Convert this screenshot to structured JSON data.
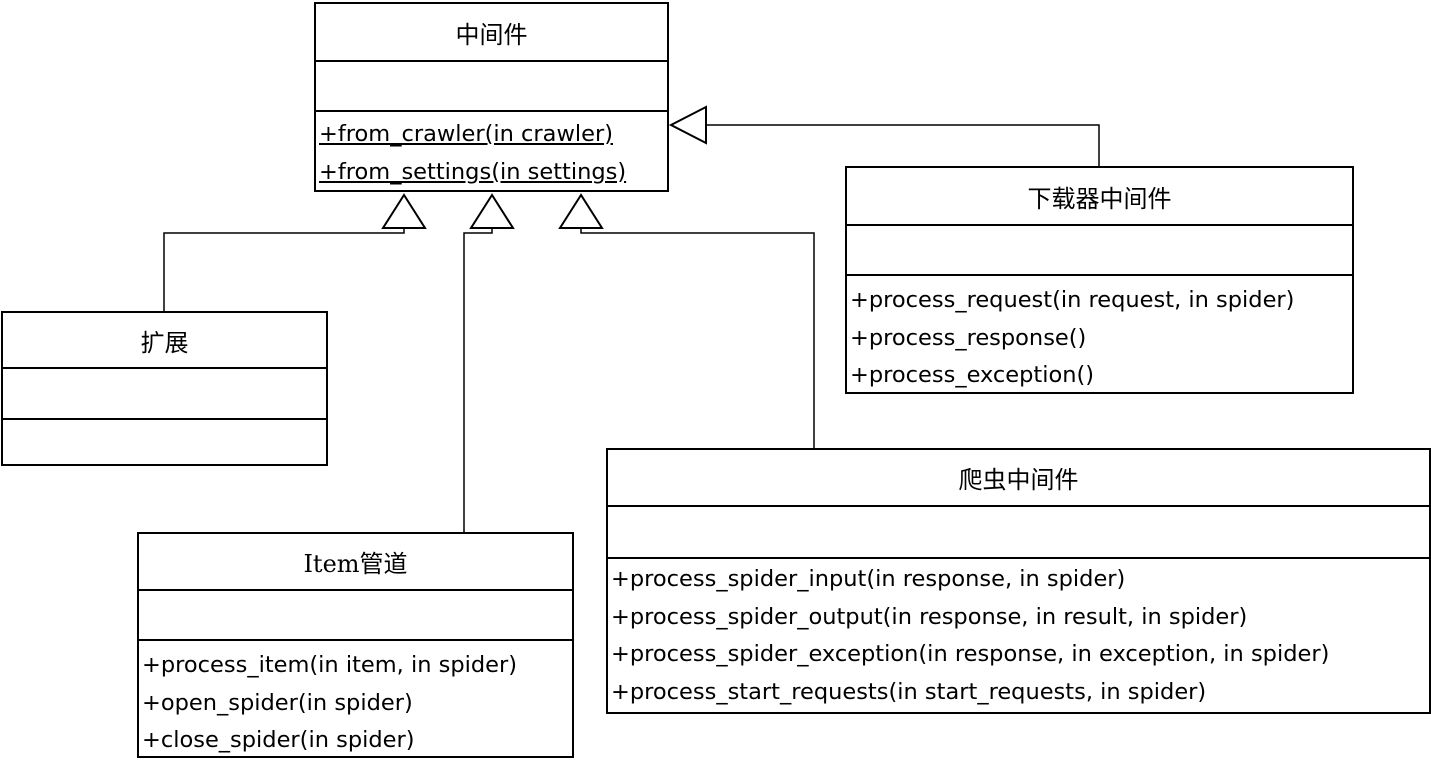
{
  "classes": {
    "middleware": {
      "name": "中间件",
      "operations": [
        "+from_crawler(in crawler)",
        "+from_settings(in settings)"
      ]
    },
    "downloader_middleware": {
      "name": "下载器中间件",
      "operations": [
        "+process_request(in request, in spider)",
        "+process_response()",
        "+process_exception()"
      ]
    },
    "extension": {
      "name": "扩展",
      "operations": []
    },
    "item_pipeline": {
      "name": "Item管道",
      "operations": [
        "+process_item(in item, in spider)",
        "+open_spider(in spider)",
        "+close_spider(in spider)"
      ]
    },
    "spider_middleware": {
      "name": "爬虫中间件",
      "operations": [
        "+process_spider_input(in response, in spider)",
        "+process_spider_output(in response, in result, in spider)",
        "+process_spider_exception(in response, in exception, in spider)",
        "+process_start_requests(in start_requests, in spider)"
      ]
    }
  }
}
